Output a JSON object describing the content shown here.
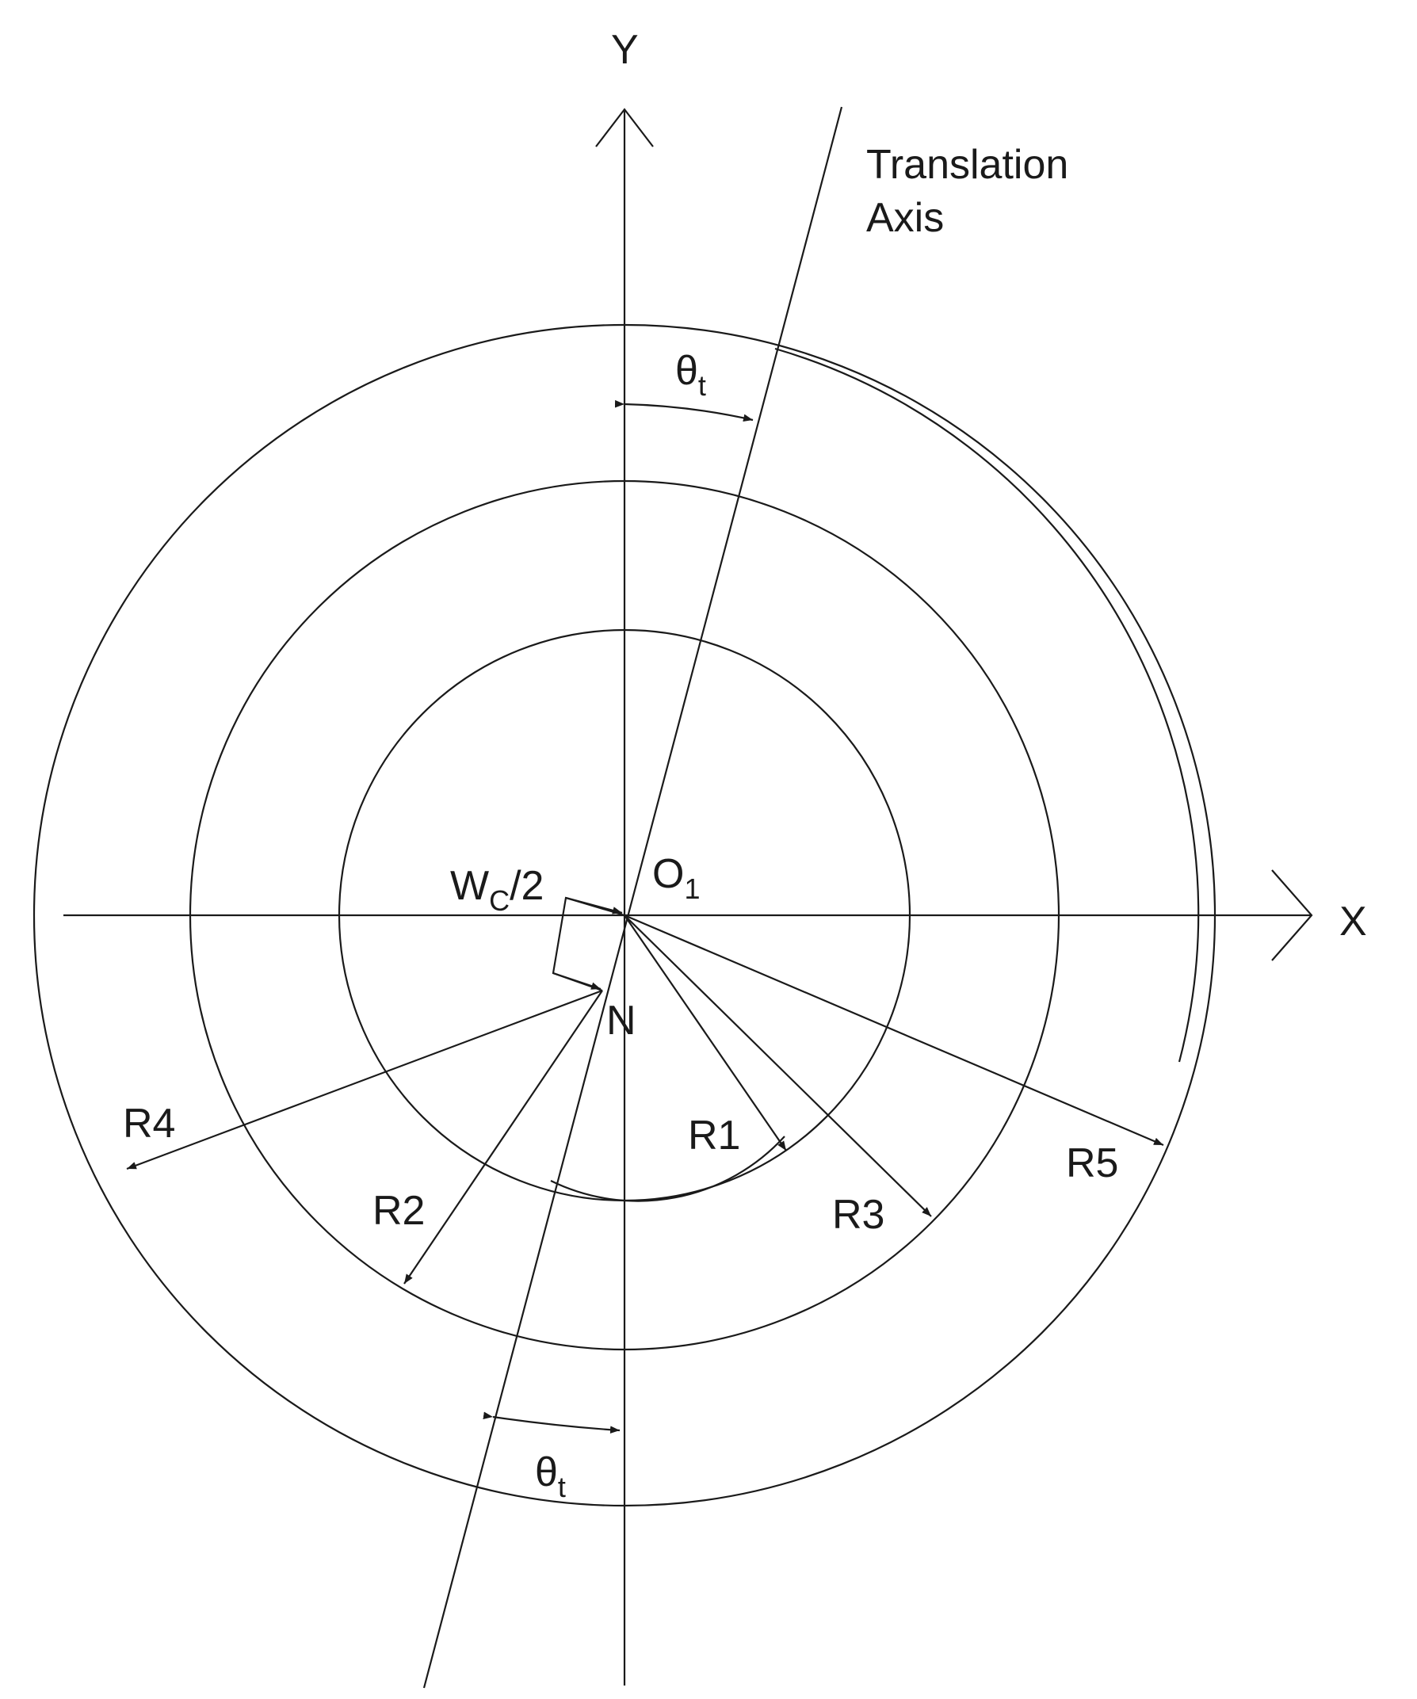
{
  "labels": {
    "y_axis": "Y",
    "x_axis": "X",
    "translation_axis_line1": "Translation",
    "translation_axis_line2": "Axis",
    "theta_top_main": "θ",
    "theta_top_sub": "t",
    "theta_bottom_main": "θ",
    "theta_bottom_sub": "t",
    "half_width_main": "W",
    "half_width_sub": "C",
    "half_width_suffix": "/2",
    "origin_main": "O",
    "origin_sub": "1",
    "point_n": "N",
    "r1": "R1",
    "r2": "R2",
    "r3": "R3",
    "r4": "R4",
    "r5": "R5"
  },
  "colors": {
    "stroke": "#1a1a1a",
    "background": "#ffffff"
  }
}
